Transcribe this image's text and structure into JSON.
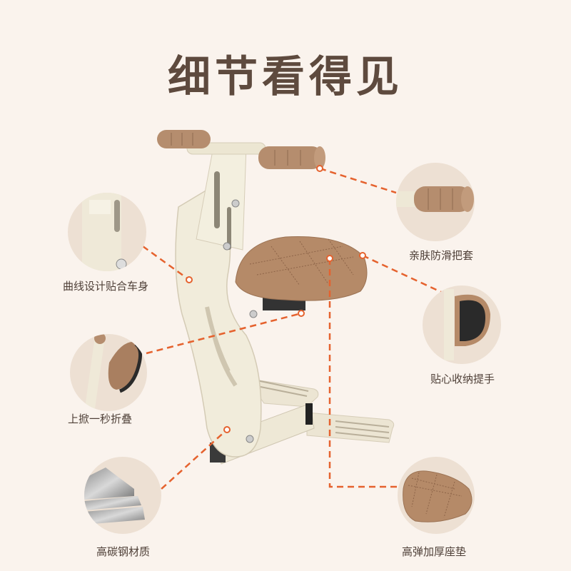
{
  "title": "细节看得见",
  "accent_color": "#e5622e",
  "features": [
    {
      "id": "curve",
      "label": "曲线设计贴合车身"
    },
    {
      "id": "grip",
      "label": "亲肤防滑把套"
    },
    {
      "id": "handle",
      "label": "贴心收纳提手"
    },
    {
      "id": "fold",
      "label": "上掀一秒折叠"
    },
    {
      "id": "steel",
      "label": "高碳钢材质"
    },
    {
      "id": "cushion",
      "label": "高弹加厚座垫"
    }
  ]
}
